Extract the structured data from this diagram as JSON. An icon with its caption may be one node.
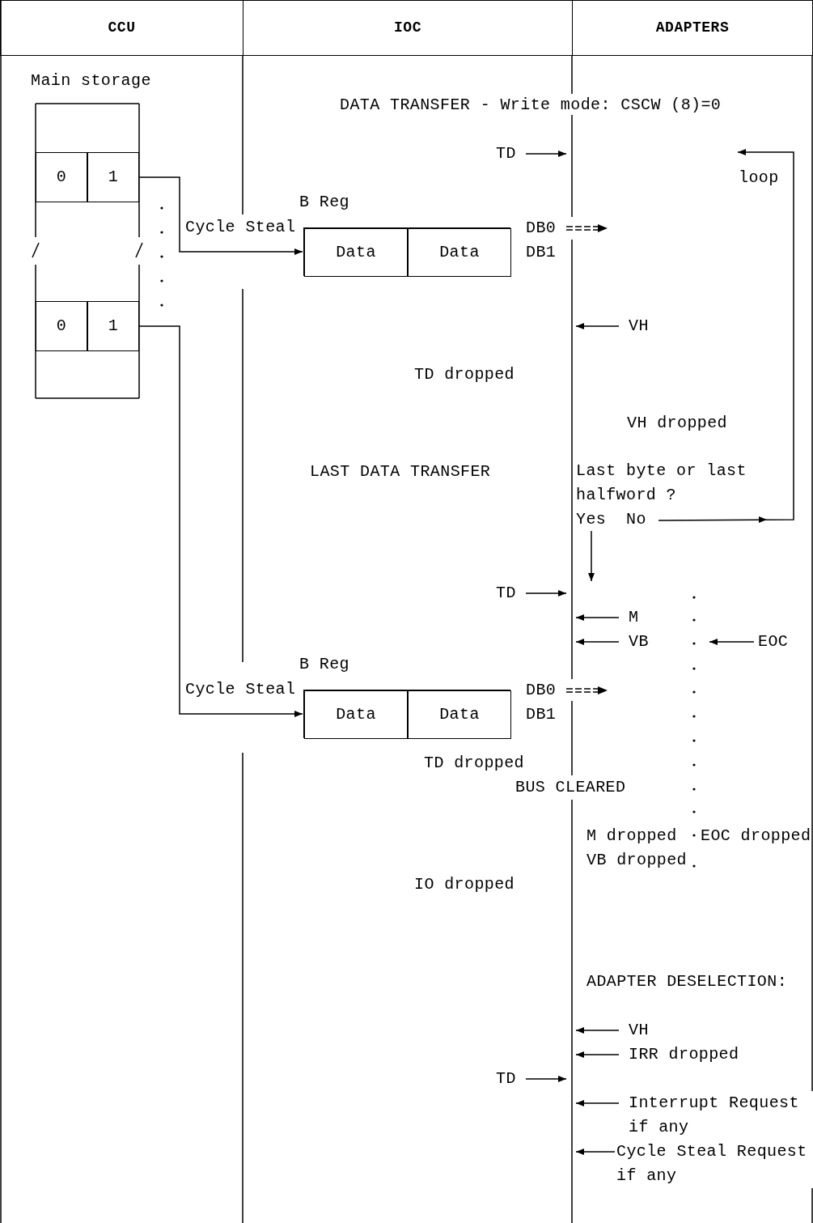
{
  "diagram": {
    "nodes": [
      {
        "text": [
          "Main storage"
        ]
      },
      {
        "text": [
          "0"
        ],
        "in": 0
      },
      {
        "text": [
          "1"
        ],
        "in": 0
      },
      {
        "text": [
          "0"
        ],
        "in": 0
      },
      {
        "text": [
          "1"
        ],
        "in": 0
      },
      {
        "text": [
          "B Reg"
        ]
      },
      {
        "text": [
          "Data"
        ],
        "in": 5
      },
      {
        "text": [
          "Data"
        ],
        "in": 5
      },
      {
        "text": [
          "B Reg"
        ]
      },
      {
        "text": [
          "Data"
        ],
        "in": 8
      },
      {
        "text": [
          "Data"
        ],
        "in": 8
      },
      {
        "text": [
          "Last byte or last halfword ?"
        ]
      },
      {
        "text": [
          "Yes"
        ]
      },
      {
        "text": [
          "No"
        ]
      }
    ],
    "edges": [
      {
        "from": 2,
        "to": 5,
        "arrow": "to",
        "label": "Cycle Steal"
      },
      {
        "from": 4,
        "to": 8,
        "arrow": "to",
        "label": "Cycle Steal"
      },
      {
        "from": 12,
        "to": null,
        "arrow": "to"
      },
      {
        "from": 13,
        "to": null,
        "arrow": "to",
        "label": "loop"
      }
    ],
    "labels": [
      "CCU",
      "IOC",
      "ADAPTERS",
      "DATA TRANSFER - Write mode: CSCW (8)=0",
      "TD",
      "DB0",
      "DB1",
      "VH",
      "TD dropped",
      "VH dropped",
      "LAST DATA TRANSFER",
      "TD",
      "M",
      "VB",
      "EOC",
      "DB0",
      "DB1",
      "TD dropped",
      "BUS CLEARED",
      "M dropped",
      "EOC dropped",
      "VB dropped",
      "IO dropped",
      "ADAPTER DESELECTION:",
      "VH",
      "IRR dropped",
      "TD",
      "Interrupt Request if any",
      "Cycle Steal Request if any"
    ]
  }
}
